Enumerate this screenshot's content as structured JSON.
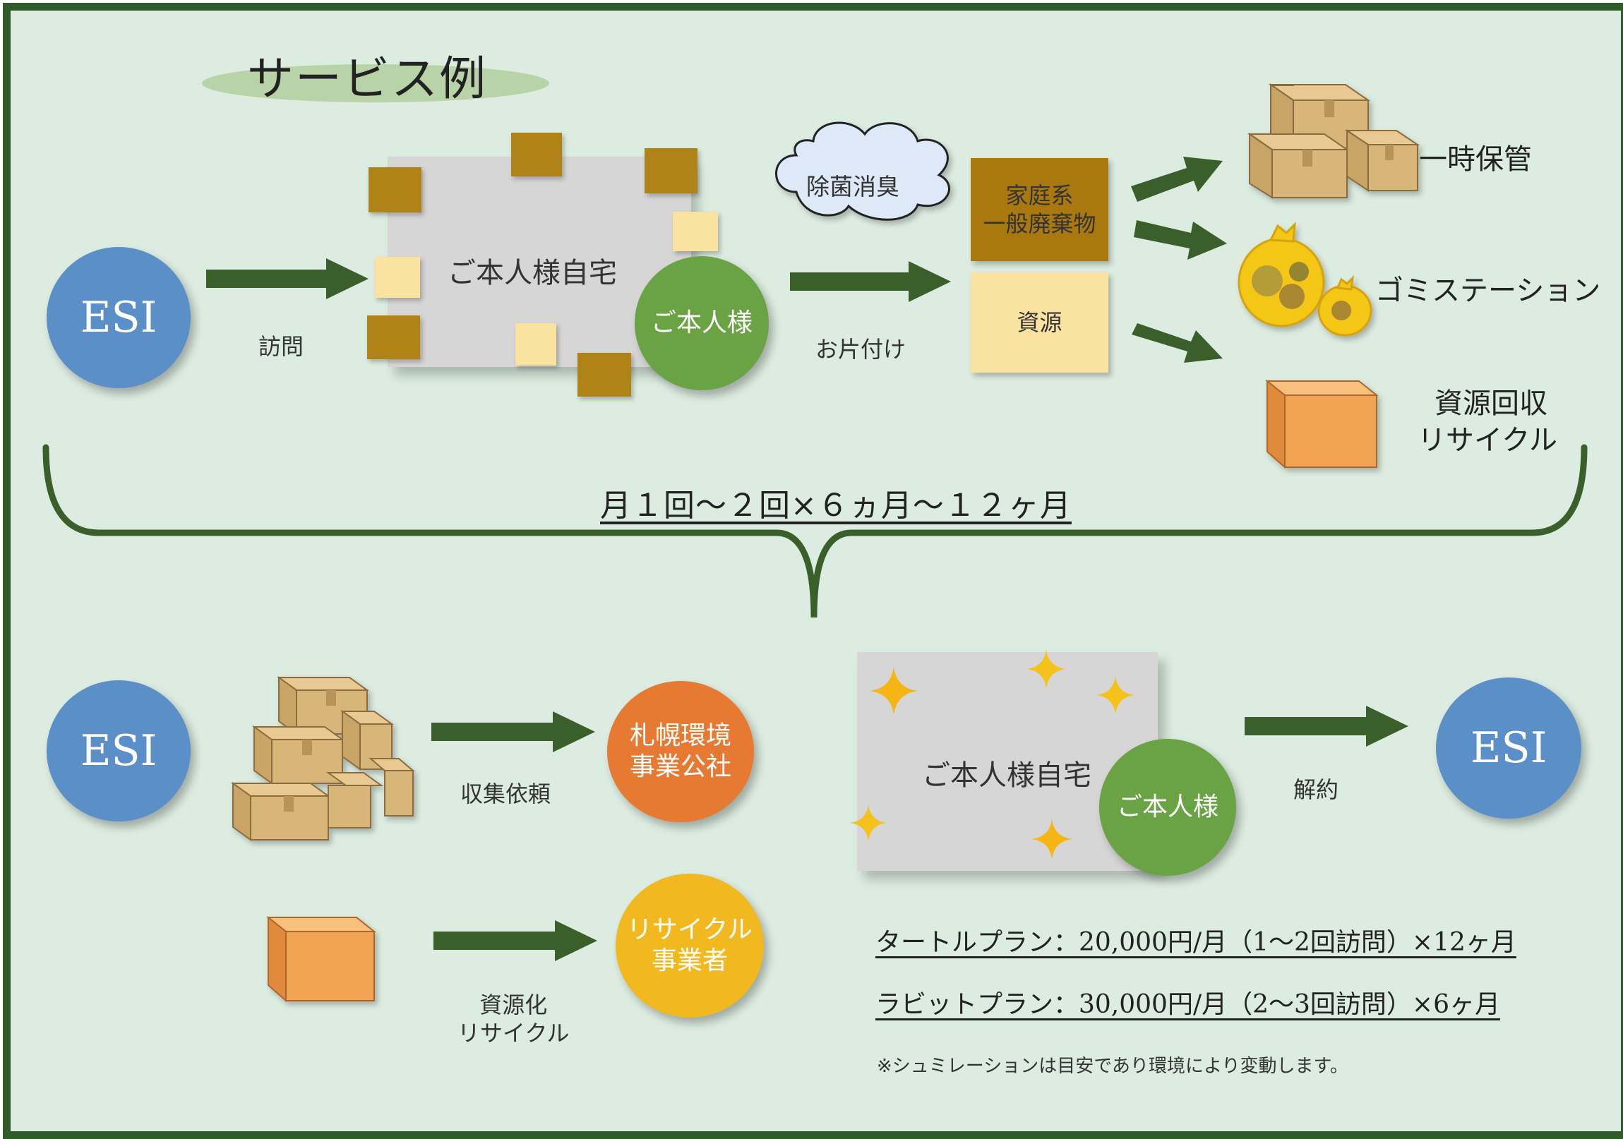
{
  "title": "サービス例",
  "top_flow": {
    "esi": "ESI",
    "visit_label": "訪問",
    "home_label": "ご本人様自宅",
    "person_label": "ご本人様",
    "deodorize_label": "除菌消臭",
    "tidy_label": "お片付け",
    "household_waste": [
      "家庭系",
      "一般廃棄物"
    ],
    "resources": "資源"
  },
  "destinations": {
    "temporary_storage": "一時保管",
    "garbage_station": "ゴミステーション",
    "resource_collection": [
      "資源回収",
      "リサイクル"
    ]
  },
  "frequency": "月１回～２回×６ヵ月～１２ヶ月",
  "bottom_flow": {
    "esi_left": "ESI",
    "collection_request": "収集依頼",
    "sapporo": [
      "札幌環境",
      "事業公社"
    ],
    "recycle_label": [
      "資源化",
      "リサイクル"
    ],
    "recycler": [
      "リサイクル",
      "事業者"
    ],
    "home_label": "ご本人様自宅",
    "person_label": "ご本人様",
    "cancel_label": "解約",
    "esi_right": "ESI"
  },
  "plans": [
    "タートルプラン：20,000円/月（1～2回訪問）×12ヶ月",
    "ラビットプラン：30,000円/月（2～3回訪問）×6ヶ月"
  ],
  "note": "※シュミレーションは目安であり環境により変動します。",
  "colors": {
    "frame": "#2f5b2b",
    "background": "#dcece1",
    "esi": "#5b8fc8",
    "person": "#6aa344",
    "sapporo": "#e67a33",
    "recycler": "#f2b820",
    "arrow": "#3b5f2b",
    "household_waste": "#a9790f",
    "resources": "#fae2a0"
  }
}
